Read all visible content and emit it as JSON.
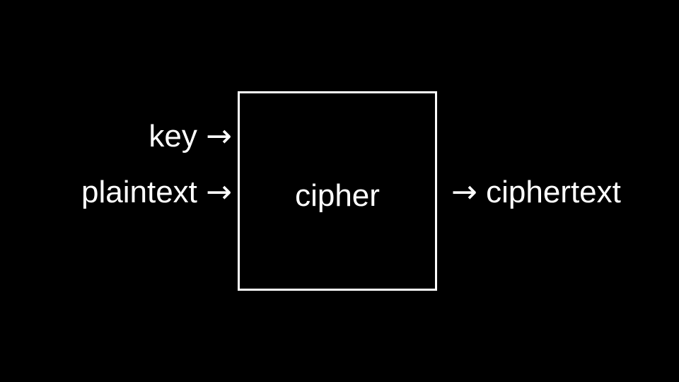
{
  "diagram": {
    "inputs": {
      "key": "key",
      "plaintext": "plaintext"
    },
    "arrow": "→",
    "box": {
      "label": "cipher"
    },
    "output": {
      "ciphertext": "ciphertext"
    }
  },
  "colors": {
    "background": "#000000",
    "foreground": "#ffffff"
  }
}
